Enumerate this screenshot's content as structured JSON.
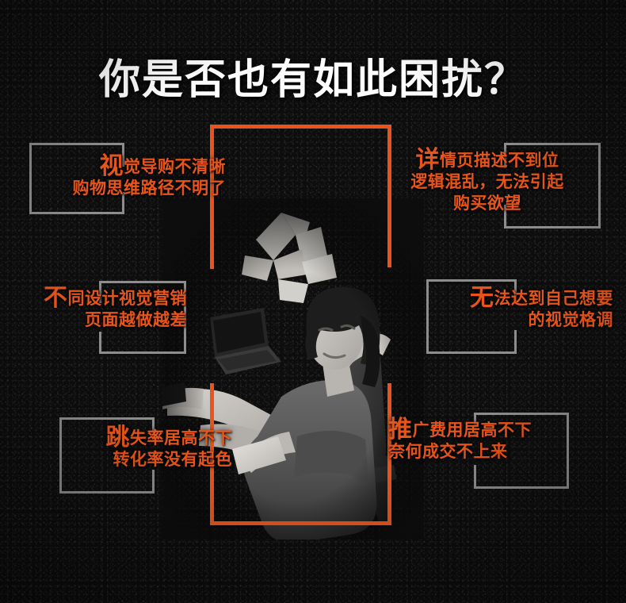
{
  "poster": {
    "title": "你是否也有如此困扰？",
    "background_color": "#0d0d0d",
    "accent_color": "#e8551c",
    "frame_color": "#8d8d8d",
    "title_color": "#ffffff"
  },
  "callouts": [
    {
      "id": "visual-guidance",
      "lead": "视",
      "lines": [
        "觉导购不清晰",
        "购物思维路径不明了"
      ],
      "line1_rest": "觉导购不清晰",
      "line2": "购物思维路径不明了"
    },
    {
      "id": "detail-page",
      "lead": "详",
      "line1_rest": "情页描述不到位",
      "line2": "逻辑混乱，无法引起",
      "line3": "购买欲望"
    },
    {
      "id": "inconsistent-design",
      "lead": "不",
      "line1_rest": "同设计视觉营销",
      "line2": "页面越做越差"
    },
    {
      "id": "visual-style",
      "lead": "无",
      "line1_rest": "法达到自己想要",
      "line2": "的视觉格调"
    },
    {
      "id": "bounce-rate",
      "lead": "跳",
      "line1_rest": "失率居高不下",
      "line2": "转化率没有起色"
    },
    {
      "id": "ad-cost",
      "lead": "推",
      "line1_rest": "广费用居高不下",
      "line2": "奈何成交不上来"
    }
  ],
  "photo": {
    "alt": "frustrated-woman-sitting-in-chair-with-laptop-and-papers",
    "palette": {
      "skin": "#c9c5c0",
      "dress": "#5a5a5a",
      "hair": "#202020",
      "paper": "#d8d6d2",
      "chair": "#3a3a3a"
    }
  }
}
